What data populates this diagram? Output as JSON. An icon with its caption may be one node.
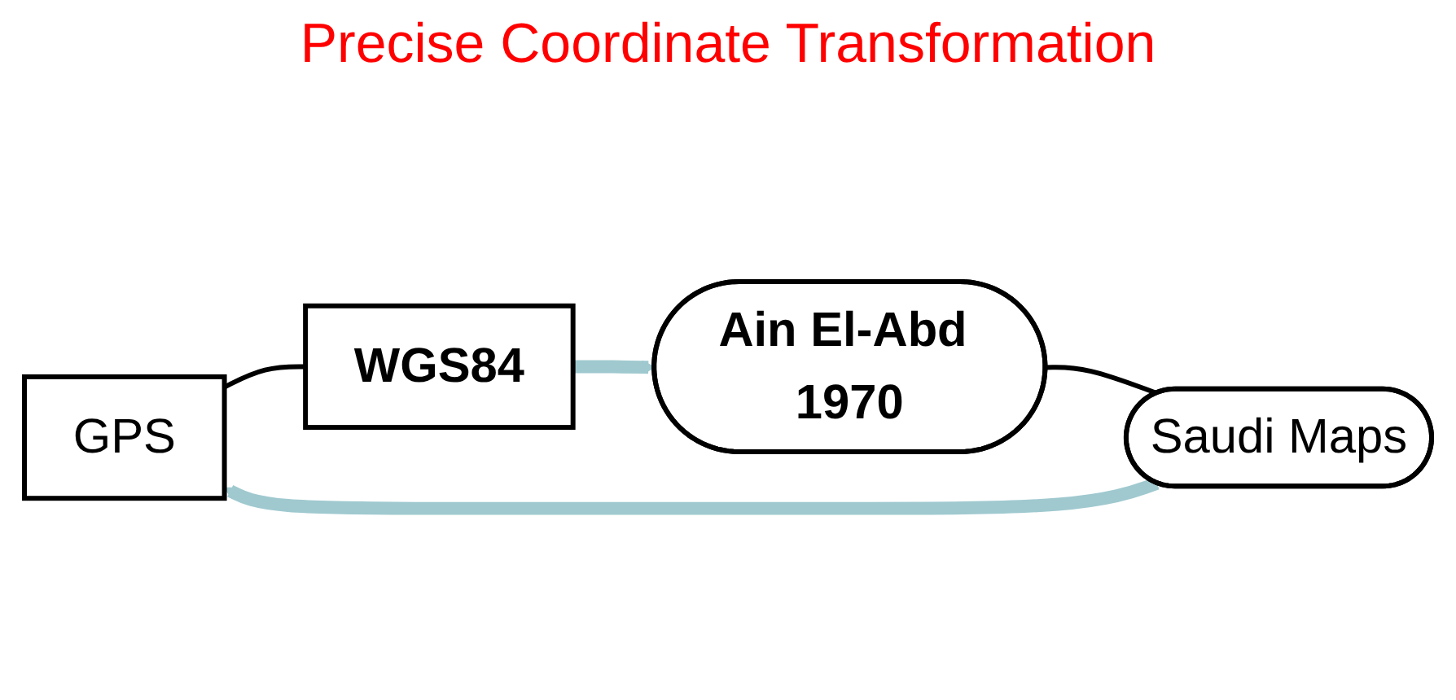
{
  "diagram": {
    "nodes": [
      {
        "text": [
          "GPS"
        ]
      },
      {
        "text": [
          "WGS84"
        ]
      },
      {
        "text": [
          "Saudi Maps"
        ]
      },
      {
        "text": [
          "Ain El-Abd 1970"
        ]
      }
    ],
    "edges": [
      {
        "from": 0,
        "to": 1,
        "arrow": "none"
      },
      {
        "from": 1,
        "to": 3,
        "arrow": "to",
        "style": "thick",
        "color": "#9fc9cf"
      },
      {
        "from": 3,
        "to": 2,
        "arrow": "none"
      },
      {
        "from": 2,
        "to": 0,
        "arrow": "to",
        "style": "thick",
        "color": "#9fc9cf"
      }
    ],
    "labels": [
      "Precise Coordinate Transformation"
    ]
  }
}
